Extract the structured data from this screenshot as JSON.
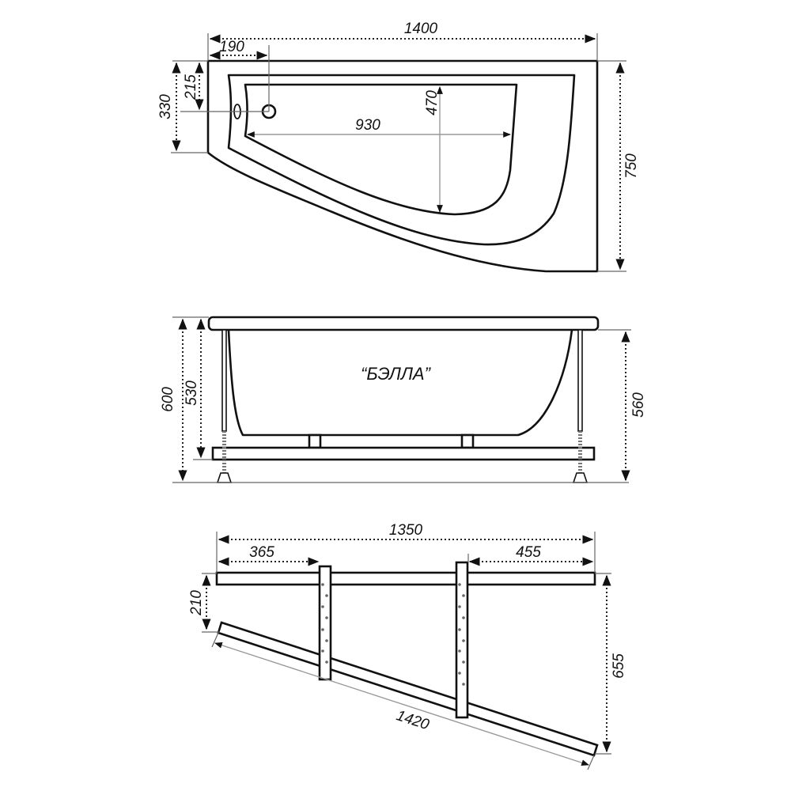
{
  "model_name": "“БЭЛЛА”",
  "top_view": {
    "length": "1400",
    "drain_offset_x": "190",
    "drain_offset_y": "215",
    "narrow_width": "330",
    "full_width": "750",
    "inner_length": "930",
    "inner_width": "470"
  },
  "side_view": {
    "total_height": "600",
    "frame_height": "530",
    "leg_height": "560"
  },
  "frame_view": {
    "front_length": "1350",
    "bracket_left_offset": "365",
    "bracket_right_offset": "455",
    "gap": "210",
    "depth": "655",
    "diagonal_length": "1420"
  }
}
